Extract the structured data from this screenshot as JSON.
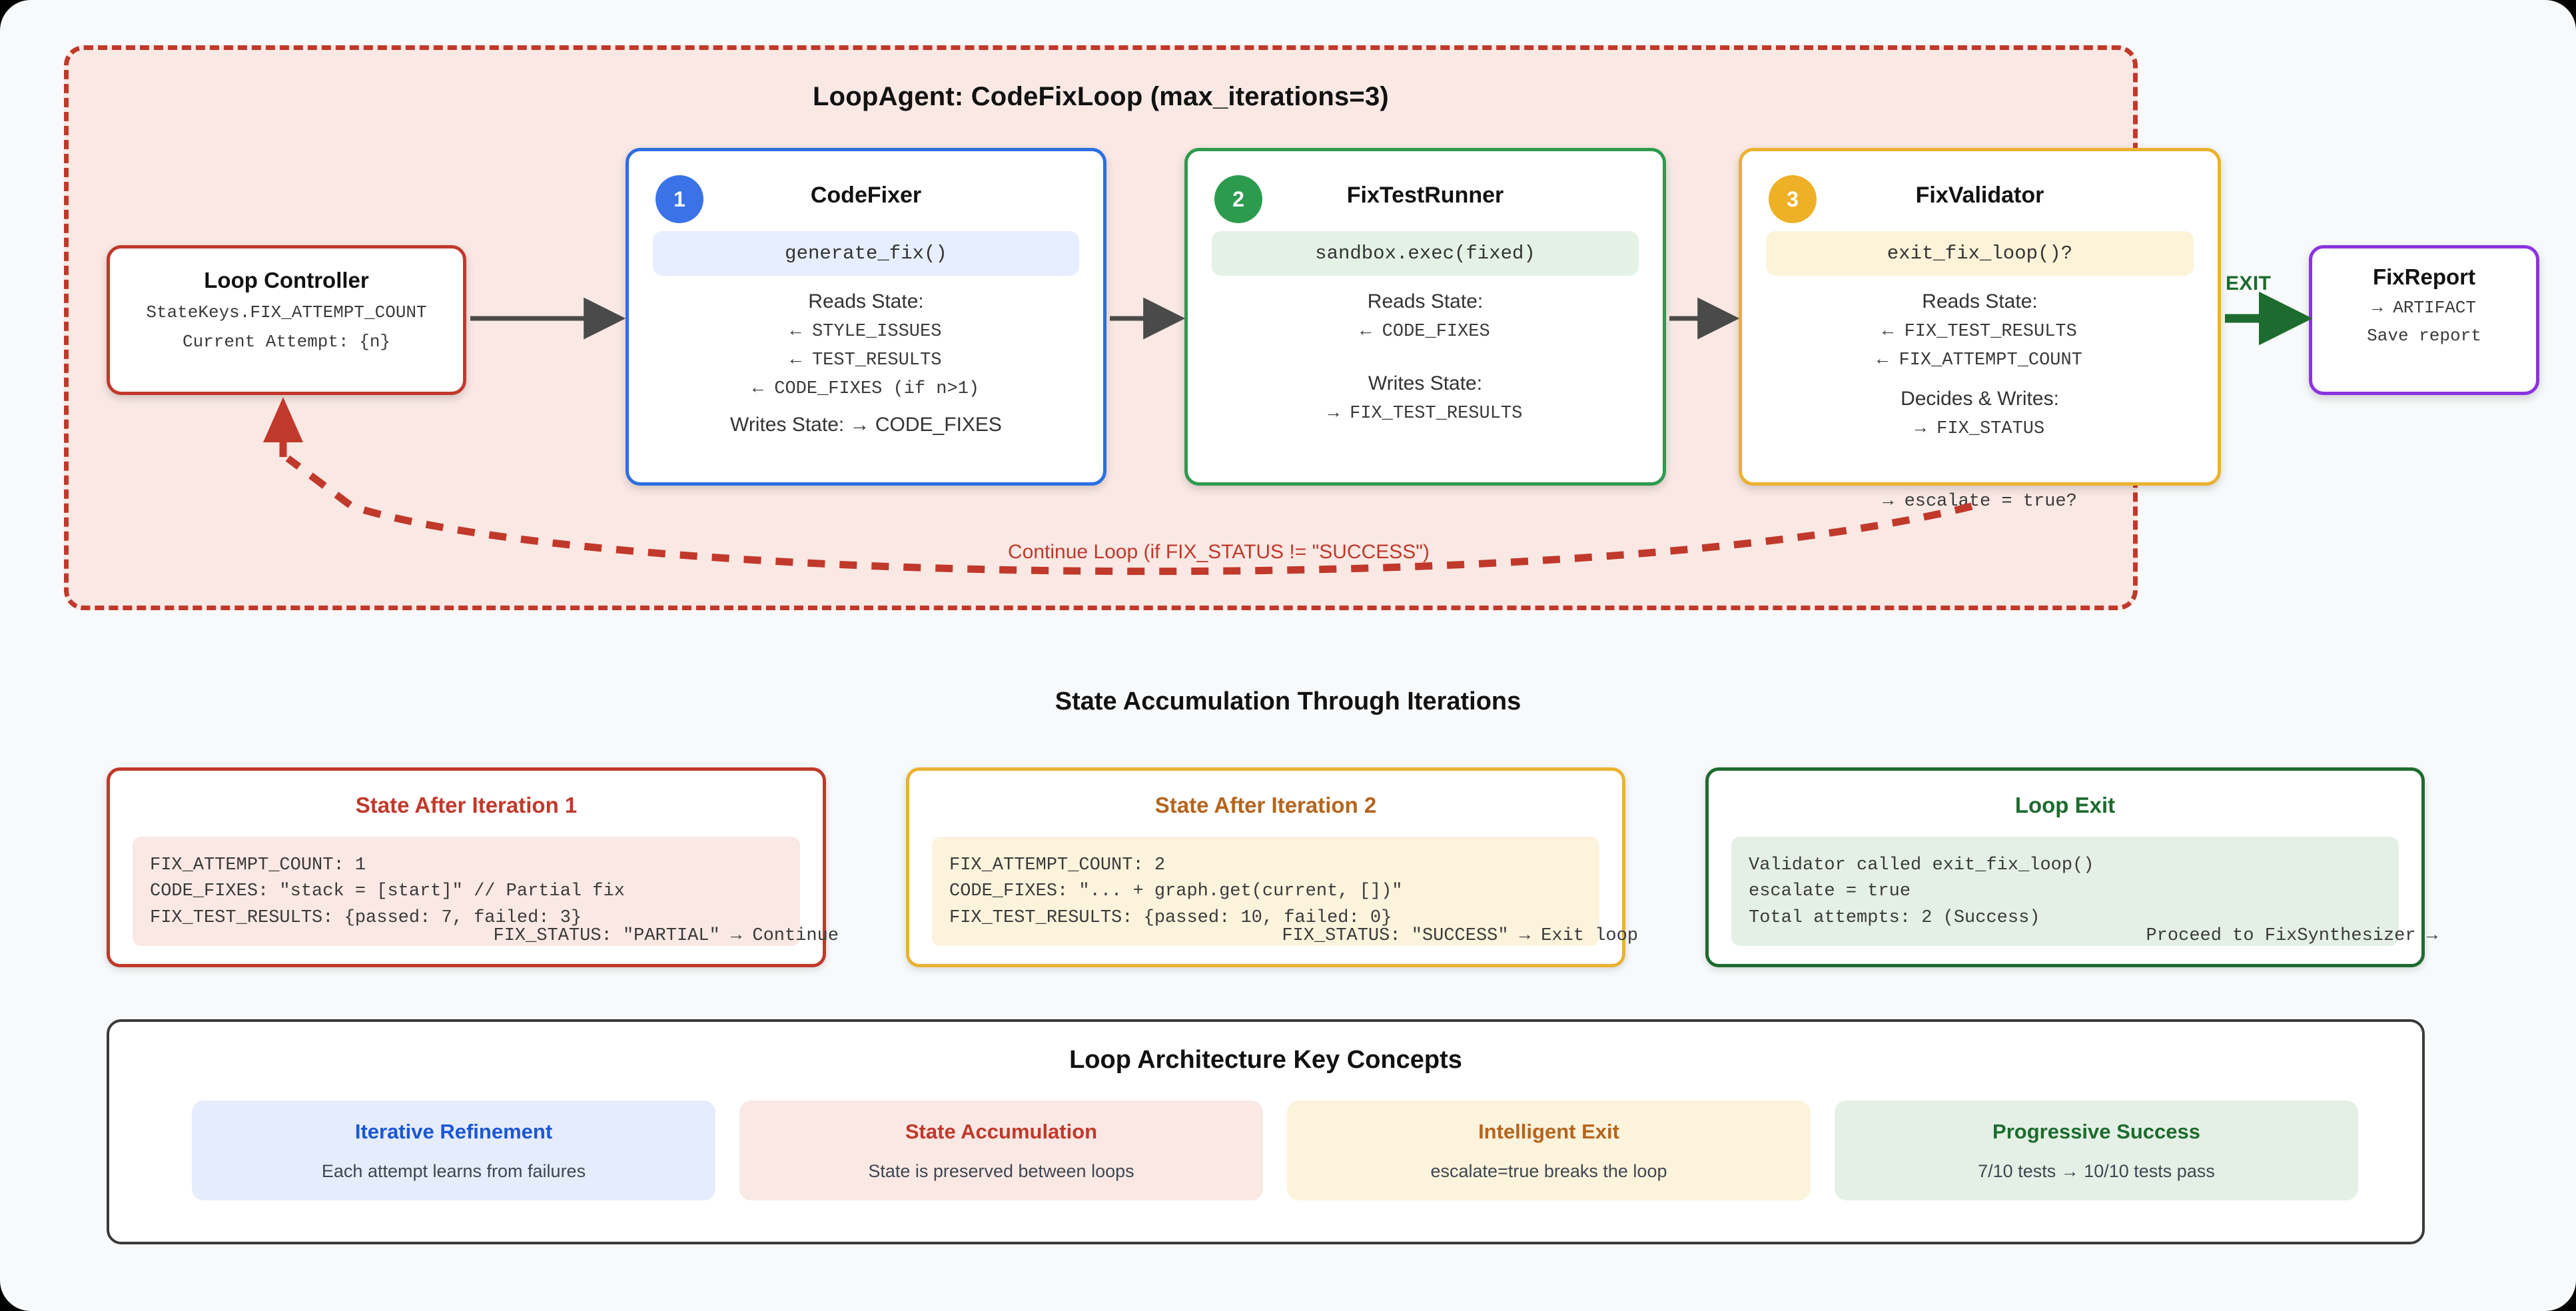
{
  "loop": {
    "title": "LoopAgent: CodeFixLoop (max_iterations=3)",
    "border_color": "#c0392b",
    "fill_color": "#fae8e4"
  },
  "controller": {
    "title": "Loop Controller",
    "line1": "StateKeys.FIX_ATTEMPT_COUNT",
    "line2": "Current Attempt: {n}",
    "color": "#c0392b"
  },
  "agents": [
    {
      "badge": "1",
      "title": "CodeFixer",
      "chip": "generate_fix()",
      "reads_label": "Reads State:",
      "reads": [
        "← STYLE_ISSUES",
        "← TEST_RESULTS",
        "← CODE_FIXES (if n>1)"
      ],
      "writes_label": "Writes State: → CODE_FIXES",
      "writes": [],
      "color": "#2b6fe0"
    },
    {
      "badge": "2",
      "title": "FixTestRunner",
      "chip": "sandbox.exec(fixed)",
      "reads_label": "Reads State:",
      "reads": [
        "← CODE_FIXES"
      ],
      "writes_label": "Writes State:",
      "writes": [
        "→ FIX_TEST_RESULTS"
      ],
      "color": "#2d9b4e"
    },
    {
      "badge": "3",
      "title": "FixValidator",
      "chip": "exit_fix_loop()?",
      "reads_label": "Reads State:",
      "reads": [
        "← FIX_TEST_RESULTS",
        "← FIX_ATTEMPT_COUNT"
      ],
      "writes_label": "Decides & Writes:",
      "writes": [
        "→ FIX_STATUS"
      ],
      "overflow": "→ escalate = true?",
      "color": "#eab230"
    }
  ],
  "exit": {
    "label": "EXIT",
    "color": "#1d6b2e"
  },
  "report": {
    "title": "FixReport",
    "line1": "→ ARTIFACT",
    "line2": "Save report",
    "color": "#8b33e0"
  },
  "continue_label": "Continue Loop (if FIX_STATUS != \"SUCCESS\")",
  "state_section": {
    "heading": "State Accumulation Through Iterations",
    "cards": [
      {
        "title": "State After Iteration 1",
        "lines": [
          "FIX_ATTEMPT_COUNT: 1",
          "CODE_FIXES: \"stack = [start]\" // Partial fix",
          "FIX_TEST_RESULTS: {passed: 7, failed: 3}"
        ],
        "footer": "FIX_STATUS: \"PARTIAL\" → Continue",
        "color": "#c0392b"
      },
      {
        "title": "State After Iteration 2",
        "lines": [
          "FIX_ATTEMPT_COUNT: 2",
          "CODE_FIXES: \"... + graph.get(current, [])\"",
          "FIX_TEST_RESULTS: {passed: 10, failed: 0}"
        ],
        "footer": "FIX_STATUS: \"SUCCESS\" → Exit loop",
        "color": "#eab230"
      },
      {
        "title": "Loop Exit",
        "lines": [
          "Validator called exit_fix_loop()",
          "escalate = true",
          "Total attempts: 2 (Success)"
        ],
        "footer": "Proceed to FixSynthesizer →",
        "color": "#1d6b2e"
      }
    ]
  },
  "concepts_section": {
    "heading": "Loop Architecture Key Concepts",
    "items": [
      {
        "title": "Iterative Refinement",
        "sub": "Each attempt learns from failures",
        "color": "#1a56d6"
      },
      {
        "title": "State Accumulation",
        "sub": "State is preserved between loops",
        "color": "#c0392b"
      },
      {
        "title": "Intelligent Exit",
        "sub": "escalate=true breaks the loop",
        "color": "#b5651d"
      },
      {
        "title": "Progressive Success",
        "sub": "7/10 tests → 10/10 tests pass",
        "color": "#1d6b2e"
      }
    ]
  }
}
